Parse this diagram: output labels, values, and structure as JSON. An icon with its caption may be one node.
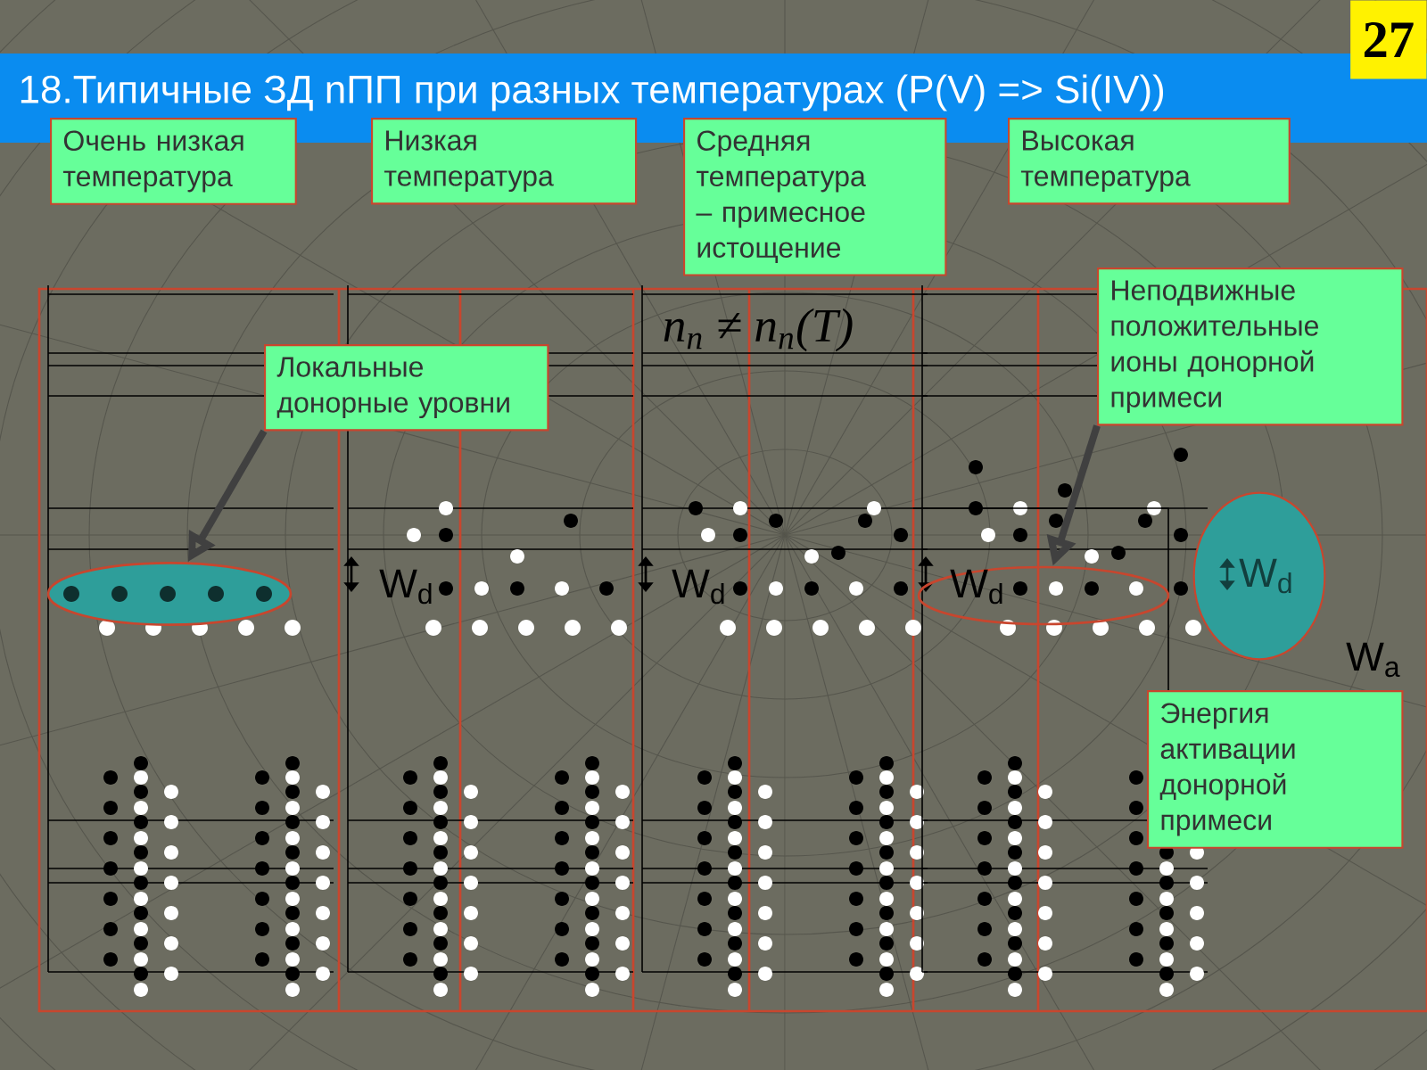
{
  "diagram": {
    "title": "18.Типичные ЗД nПП при разных температурах (P(V) => Si(IV))",
    "nodes": [
      {
        "text": [
          "27"
        ]
      },
      {
        "text": [
          "Очень низкая температура"
        ]
      },
      {
        "text": [
          "Низкая температура"
        ]
      },
      {
        "text": [
          "Средняя температура – примесное истощение"
        ]
      },
      {
        "text": [
          "Высокая температура"
        ]
      },
      {
        "text": [
          "Локальные донорные уровни"
        ]
      },
      {
        "text": [],
        "shape": "ellipse"
      },
      {
        "text": [
          "Неподвижные положительные ионы донорной примеси"
        ]
      },
      {
        "text": [],
        "shape": "ellipse"
      },
      {
        "text": [
          "W$_{d}$"
        ]
      },
      {
        "text": [
          "Энергия активации донорной примеси"
        ]
      }
    ],
    "edges": [
      {
        "from": 5,
        "to": 6,
        "arrow": "to"
      },
      {
        "from": 7,
        "to": 8,
        "arrow": "to"
      }
    ],
    "labels": [
      "n$_{n}$ ≠ n$_{n}$(T)",
      "W$_{d}$",
      "W$_{d}$",
      "W$_{d}$",
      "W$_{a}$"
    ]
  }
}
